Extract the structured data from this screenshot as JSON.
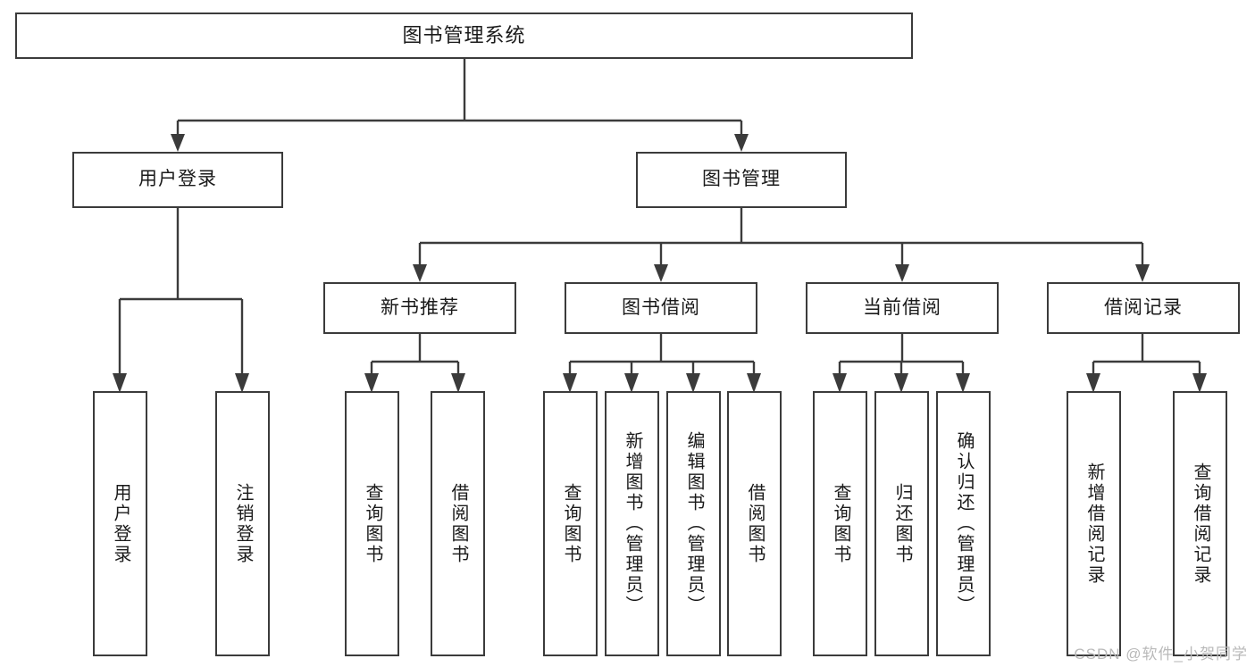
{
  "diagram": {
    "title": "图书管理系统",
    "type": "hierarchy-tree",
    "root": {
      "label": "图书管理系统"
    },
    "level2": [
      {
        "label": "用户登录"
      },
      {
        "label": "图书管理"
      }
    ],
    "level3": [
      {
        "label": "新书推荐"
      },
      {
        "label": "图书借阅"
      },
      {
        "label": "当前借阅"
      },
      {
        "label": "借阅记录"
      }
    ],
    "leaves": [
      {
        "label": "用户登录",
        "parent": "用户登录"
      },
      {
        "label": "注销登录",
        "parent": "用户登录"
      },
      {
        "label": "查询图书",
        "parent": "新书推荐"
      },
      {
        "label": "借阅图书",
        "parent": "新书推荐"
      },
      {
        "label": "查询图书",
        "parent": "图书借阅"
      },
      {
        "label": "新增图书（管理员）",
        "parent": "图书借阅"
      },
      {
        "label": "编辑图书（管理员）",
        "parent": "图书借阅"
      },
      {
        "label": "借阅图书",
        "parent": "图书借阅"
      },
      {
        "label": "查询图书",
        "parent": "当前借阅"
      },
      {
        "label": "归还图书",
        "parent": "当前借阅"
      },
      {
        "label": "确认归还（管理员）",
        "parent": "当前借阅"
      },
      {
        "label": "新增借阅记录",
        "parent": "借阅记录"
      },
      {
        "label": "查询借阅记录",
        "parent": "借阅记录"
      }
    ],
    "colors": {
      "stroke": "#3b3b3b",
      "fill": "#ffffff",
      "text": "#1a1a1a",
      "watermark": "#b9b9b9"
    }
  },
  "watermark": {
    "text": "CSDN @软件_小贺同学"
  }
}
